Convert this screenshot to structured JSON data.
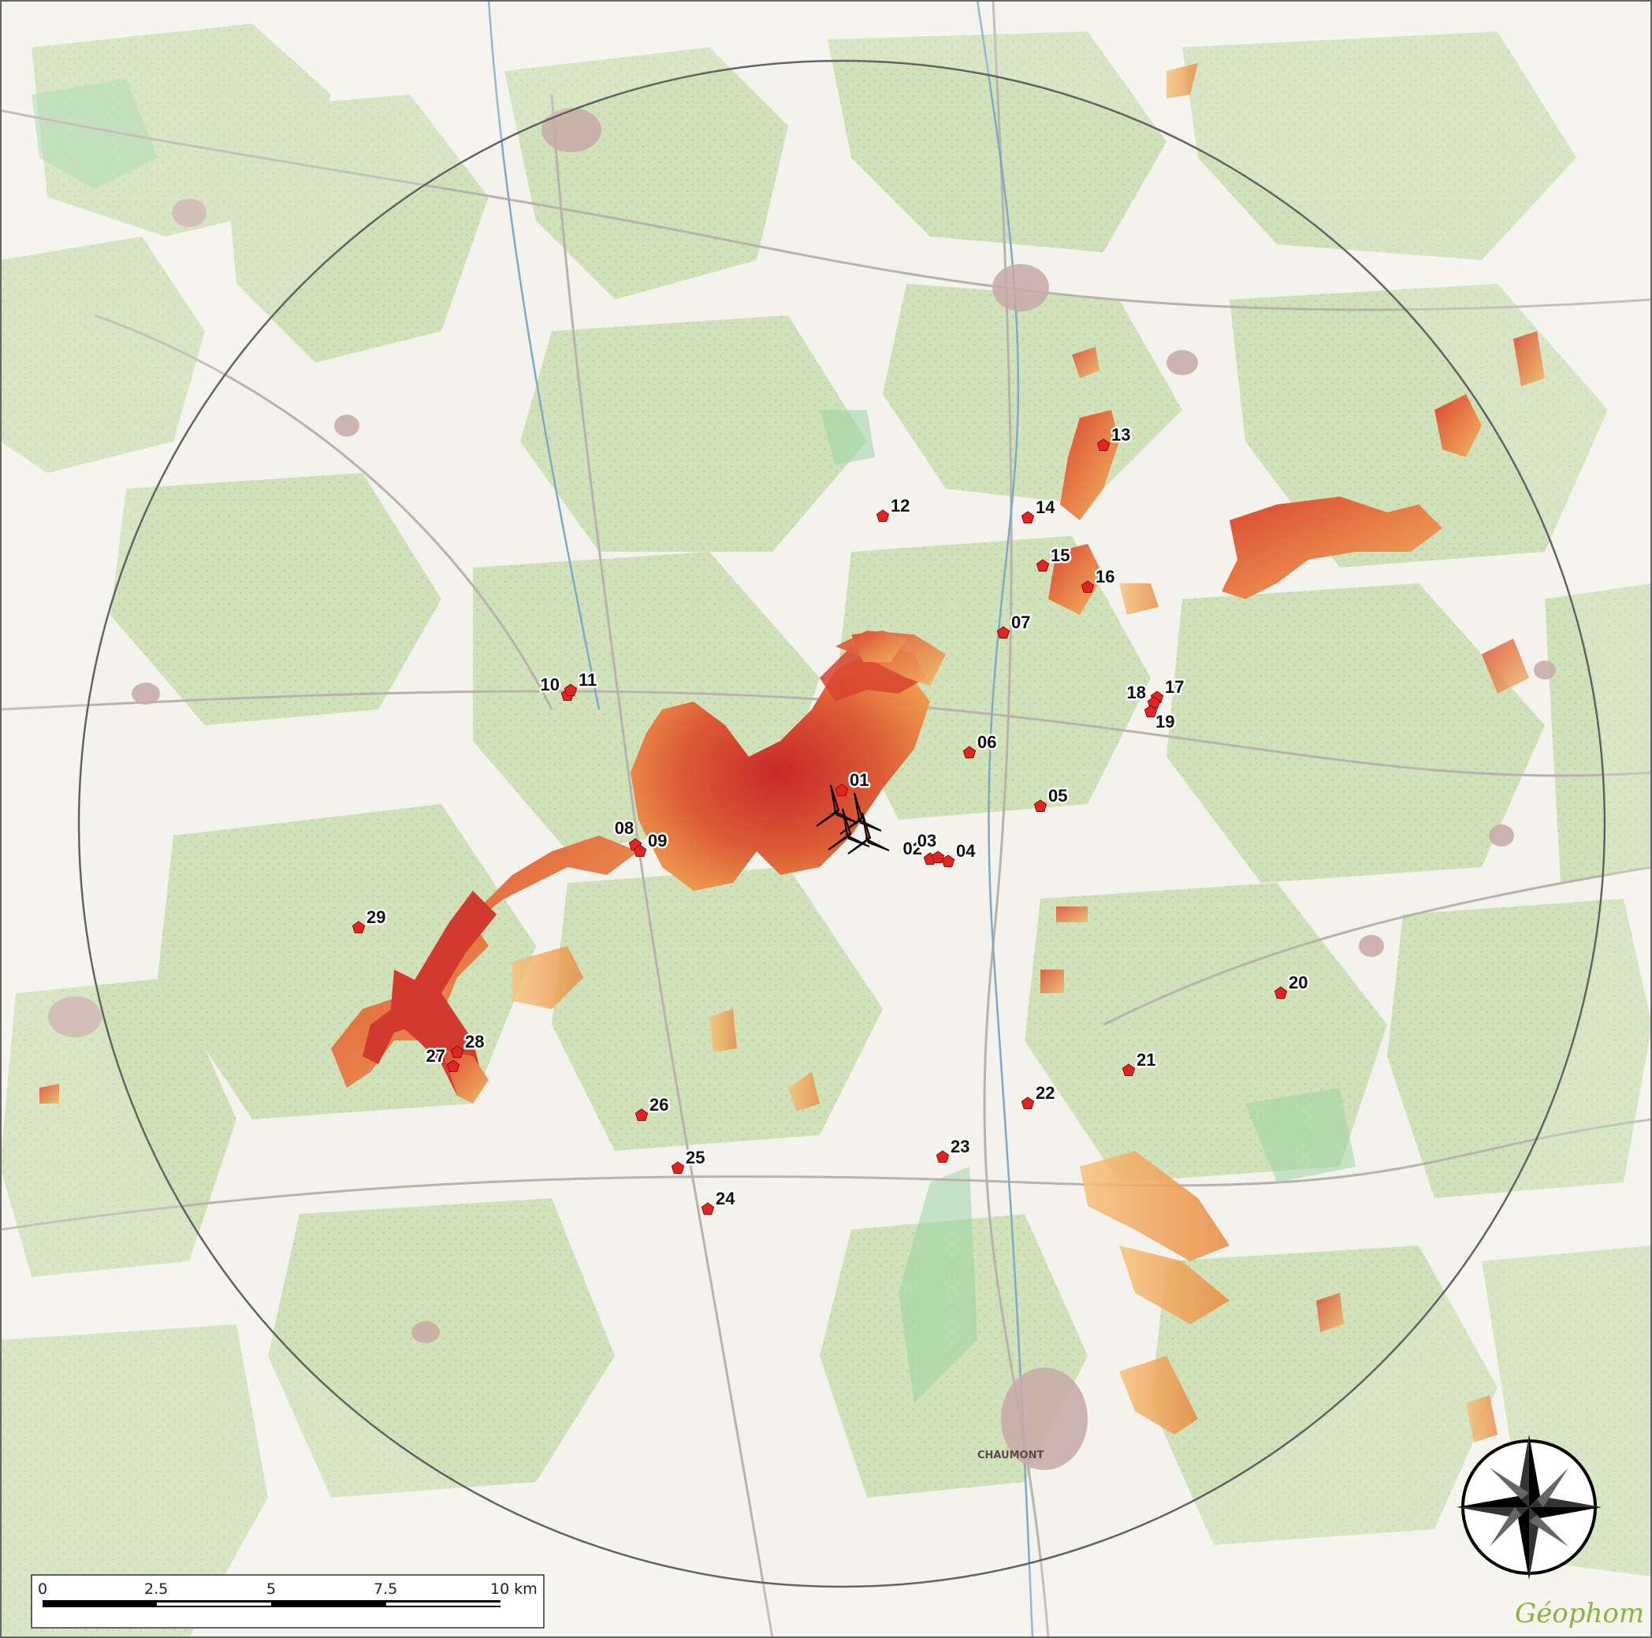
{
  "map": {
    "town_label": "CHAUMONT",
    "brand": "Géophom",
    "compass": "compass-rose-icon",
    "scale_bar": {
      "labels": [
        "0",
        "2.5",
        "5",
        "7.5",
        "10 km"
      ]
    },
    "colors": {
      "marker": "#e8231f",
      "hot": "#d23a2e",
      "warm": "#e8702f",
      "mild": "#f2b45a",
      "forest": "#c9dcb0",
      "ring": "#444444"
    },
    "markers": [
      {
        "id": "01"
      },
      {
        "id": "02"
      },
      {
        "id": "03"
      },
      {
        "id": "04"
      },
      {
        "id": "05"
      },
      {
        "id": "06"
      },
      {
        "id": "07"
      },
      {
        "id": "08"
      },
      {
        "id": "09"
      },
      {
        "id": "10"
      },
      {
        "id": "11"
      },
      {
        "id": "12"
      },
      {
        "id": "13"
      },
      {
        "id": "14"
      },
      {
        "id": "15"
      },
      {
        "id": "16"
      },
      {
        "id": "17"
      },
      {
        "id": "18"
      },
      {
        "id": "19"
      },
      {
        "id": "20"
      },
      {
        "id": "21"
      },
      {
        "id": "22"
      },
      {
        "id": "23"
      },
      {
        "id": "24"
      },
      {
        "id": "25"
      },
      {
        "id": "26"
      },
      {
        "id": "27"
      },
      {
        "id": "28"
      },
      {
        "id": "29"
      }
    ]
  }
}
